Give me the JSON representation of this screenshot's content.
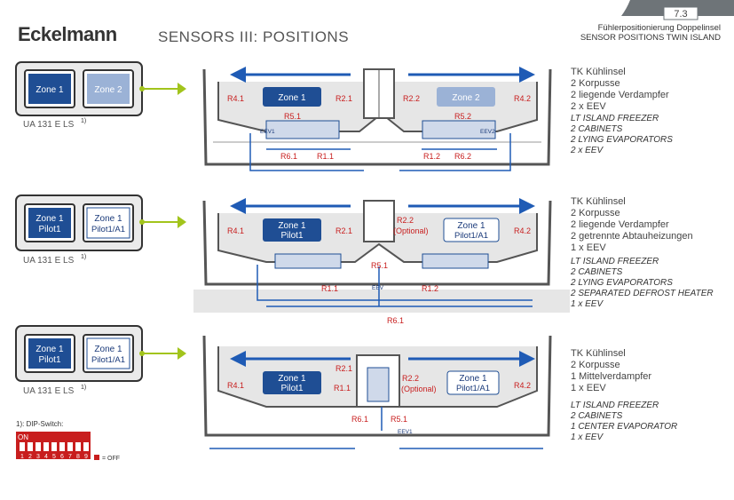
{
  "header": {
    "brand": "Eckelmann",
    "title": "SENSORS III: POSITIONS",
    "page_number": "7.3",
    "subtitle_de": "Fühlerpositionierung Doppelinsel",
    "subtitle_en": "SENSOR POSITIONS TWIN ISLAND"
  },
  "controllers": [
    {
      "zone_a": "Zone 1",
      "zone_b": "Zone 2",
      "label": "UA 131 E LS",
      "footnote": "1)"
    },
    {
      "zone_a_line1": "Zone 1",
      "zone_a_line2": "Pilot1",
      "zone_b_line1": "Zone 1",
      "zone_b_line2": "Pilot1/A1",
      "label": "UA 131 E LS",
      "footnote": "1)"
    },
    {
      "zone_a_line1": "Zone 1",
      "zone_a_line2": "Pilot1",
      "zone_b_line1": "Zone 1",
      "zone_b_line2": "Pilot1/A1",
      "label": "UA 131 E LS",
      "footnote": "1)"
    }
  ],
  "diagram1": {
    "zone_left": "Zone 1",
    "zone_right": "Zone 2",
    "sensors": [
      "R4.1",
      "R2.1",
      "R5.1",
      "R6.1",
      "R1.1",
      "R2.2",
      "R4.2",
      "R5.2",
      "R1.2",
      "R6.2"
    ],
    "eev_left": "EEV1",
    "eev_right": "EEV2",
    "description": [
      "TK Kühlinsel",
      "2 Korpusse",
      "2 liegende Verdampfer",
      "2 x EEV"
    ],
    "description_en": [
      "LT ISLAND FREEZER",
      "2 CABINETS",
      "2 LYING EVAPORATORS",
      "2 x EEV"
    ]
  },
  "diagram2": {
    "zone_left_line1": "Zone 1",
    "zone_left_line2": "Pilot1",
    "zone_right_line1": "Zone 1",
    "zone_right_line2": "Pilot1/A1",
    "sensors": [
      "R4.1",
      "R2.1",
      "R2.2",
      "(Optional)",
      "R4.2",
      "R5.1",
      "R1.1",
      "R1.2",
      "R6.1"
    ],
    "eev": "EEV",
    "description": [
      "TK Kühlinsel",
      "2 Korpusse",
      "2 liegende Verdampfer",
      "2 getrennte Abtauheizungen",
      "1 x EEV"
    ],
    "description_en": [
      "LT ISLAND FREEZER",
      "2 CABINETS",
      "2 LYING EVAPORATORS",
      "2 SEPARATED DEFROST HEATER",
      "1 x EEV"
    ]
  },
  "diagram3": {
    "zone_left_line1": "Zone 1",
    "zone_left_line2": "Pilot1",
    "zone_right_line1": "Zone 1",
    "zone_right_line2": "Pilot1/A1",
    "sensors": [
      "R2.1",
      "R2.2",
      "(Optional)",
      "R4.1",
      "R1.1",
      "R4.2",
      "R6.1",
      "R5.1"
    ],
    "eev": "EEV1",
    "description": [
      "TK Kühlinsel",
      "2 Korpusse",
      "1 Mittelverdampfer",
      "1 x EEV"
    ],
    "description_en": [
      "LT ISLAND FREEZER",
      "2 CABINETS",
      "1 CENTER EVAPORATOR",
      "1 x EEV"
    ]
  },
  "dip_switch": {
    "caption": "1): DIP-Switch:",
    "on_label": "ON",
    "numbers": [
      "1",
      "2",
      "3",
      "4",
      "5",
      "6",
      "7",
      "8",
      "9"
    ],
    "legend": "= OFF"
  },
  "colors": {
    "brand_red": "#c81e1e",
    "zone_dark": "#1f4e94",
    "zone_light": "#9bb2d6",
    "arrow_blue": "#1f5bb5",
    "pointer_green": "#a2c41c",
    "cabinet_grey": "#e6e6e6",
    "tab_grey": "#6e7478"
  }
}
